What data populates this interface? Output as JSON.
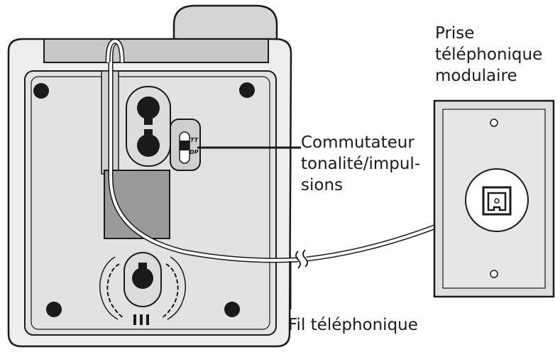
{
  "labels": {
    "prise": [
      "Prise",
      "téléphonique",
      "modulaire"
    ],
    "commutateur": [
      "Commutateur",
      "tonalité/impul-",
      "sions"
    ],
    "fil": "Fil téléphonique"
  },
  "switch": {
    "top": "TT",
    "bottom": "DP"
  },
  "colors": {
    "outline": "#1a1a1a",
    "body": "#eeeeee",
    "panel": "#d8d8d8",
    "dark": "#9a9a9a",
    "wallplate": "#dedede"
  }
}
